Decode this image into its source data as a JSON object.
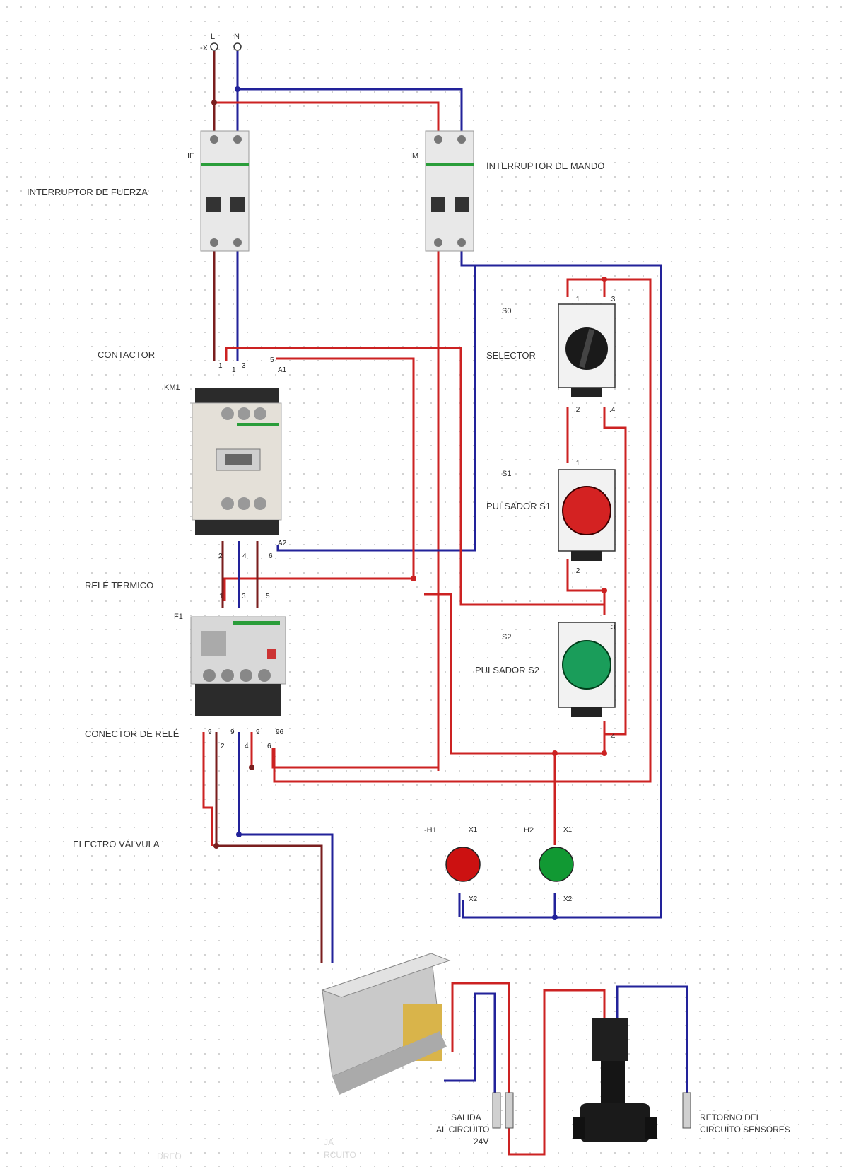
{
  "supply": {
    "tag": "-X",
    "line": "L",
    "neutral": "N"
  },
  "breakers": {
    "power": {
      "tag": "IF",
      "title": "INTERRUPTOR DE FUERZA"
    },
    "control": {
      "tag": "IM",
      "title": "INTERRUPTOR DE MANDO"
    }
  },
  "contactor": {
    "title": "CONTACTOR",
    "tag": "KM1",
    "top_terminals": [
      "1",
      "1",
      "3",
      "5"
    ],
    "coil_top": "A1",
    "coil_bottom": "A2",
    "bottom_terminals": [
      "2",
      "4",
      "6"
    ]
  },
  "thermal_relay": {
    "title": "RELÉ TERMICO",
    "tag": "F1",
    "top_terminals": [
      "1",
      "3",
      "5"
    ]
  },
  "relay_connector": {
    "title": "CONECTOR DE RELÉ",
    "terminals": [
      "9",
      "9",
      "9",
      "96",
      "2",
      "4",
      "6"
    ]
  },
  "valve": {
    "title": "ELECTRO VÁLVULA"
  },
  "selector": {
    "tag": "S0",
    "title": "SELECTOR",
    "terminals": [
      ".1",
      ".3",
      ".2",
      ".4"
    ]
  },
  "push_s1": {
    "tag": "S1",
    "title": "PULSADOR S1",
    "terminals": [
      ".1",
      ".2"
    ]
  },
  "push_s2": {
    "tag": "S2",
    "title": "PULSADOR S2",
    "terminals": [
      ".3",
      ".4"
    ]
  },
  "lamps": [
    {
      "tag": "-H1",
      "x1": "X1",
      "x2": "X2",
      "color": "#cc1111"
    },
    {
      "tag": "H2",
      "x1": "X1",
      "x2": "X2",
      "color": "#119933"
    }
  ],
  "output": {
    "line1": "SALIDA",
    "line2": "AL CIRCUITO",
    "line3": "24V"
  },
  "return": {
    "line1": "RETORNO DEL",
    "line2": "CIRCUITO SENSORES"
  },
  "faint_text": {
    "left": "DREO",
    "mid1": "JA",
    "mid2": "RCUITO"
  },
  "colors": {
    "phase": "#cc2222",
    "neutral": "#22229a",
    "breaker_green": "#2a9d3a"
  }
}
